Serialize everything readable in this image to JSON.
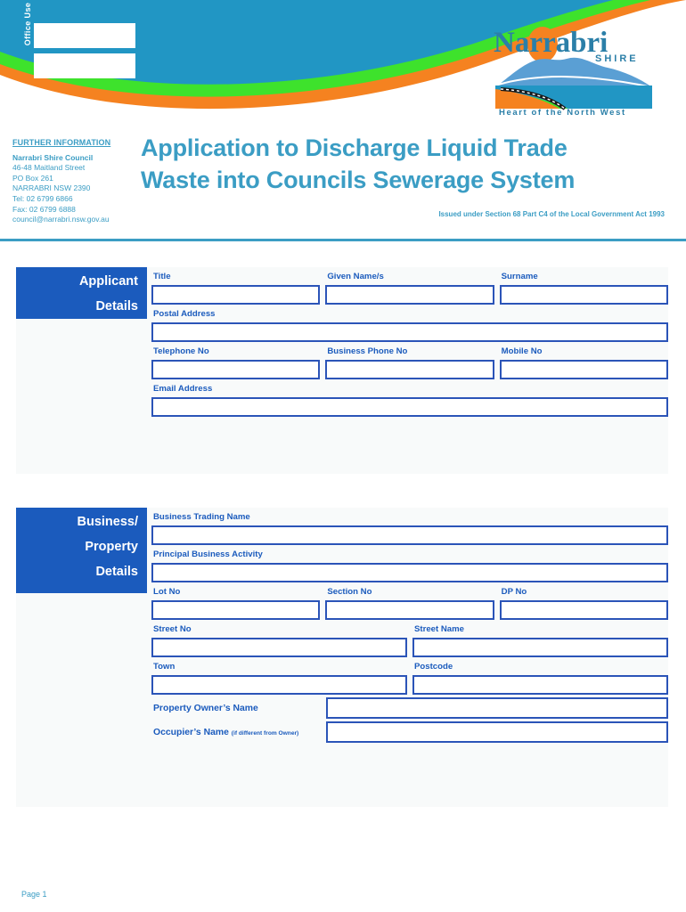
{
  "header": {
    "office_use_label": "Office Use",
    "logo": {
      "name": "Narrabri",
      "sub": "S H I R E",
      "tagline": "Heart of the North West"
    },
    "colors": {
      "banner_blue": "#2196c4",
      "banner_green": "#3ee22c",
      "banner_orange": "#f58220",
      "title_blue": "#3b9dc4",
      "section_blue": "#1b5bbd",
      "field_border": "#2b54b8"
    }
  },
  "further_information": {
    "heading": "FURTHER INFORMATION",
    "council": "Narrabri Shire Council",
    "lines": [
      "46-48 Maitland Street",
      "PO Box 261",
      "NARRABRI NSW 2390",
      "Tel: 02 6799 6866",
      "Fax: 02 6799 6888",
      "council@narrabri.nsw.gov.au"
    ]
  },
  "title": {
    "line1": "Application to Discharge Liquid Trade",
    "line2": "Waste into Councils Sewerage System",
    "issued_under": "Issued under Section 68 Part C4 of the Local Government Act 1993"
  },
  "applicant": {
    "tag_line1": "Applicant",
    "tag_line2": "Details",
    "fields": {
      "title": "Title",
      "given_names": "Given Name/s",
      "surname": "Surname",
      "postal_address": "Postal Address",
      "telephone_no": "Telephone No",
      "business_phone_no": "Business  Phone No",
      "mobile_no": "Mobile No",
      "email_address": "Email Address"
    },
    "values": {
      "title": "",
      "given_names": "",
      "surname": "",
      "postal_address": "",
      "telephone_no": "",
      "business_phone_no": "",
      "mobile_no": "",
      "email_address": ""
    }
  },
  "business": {
    "tag_line1": "Business/",
    "tag_line2": "Property",
    "tag_line3": "Details",
    "fields": {
      "trading_name": "Business Trading Name",
      "principal_activity": "Principal Business Activity",
      "lot_no": "Lot No",
      "section_no": "Section No",
      "dp_no": "DP No",
      "street_no": "Street No",
      "street_name": "Street Name",
      "town": "Town",
      "postcode": "Postcode",
      "owner_name": "Property Owner’s Name",
      "occupier_name": "Occupier’s Name",
      "occupier_note": "(if different from Owner)"
    },
    "values": {
      "trading_name": "",
      "principal_activity": "",
      "lot_no": "",
      "section_no": "",
      "dp_no": "",
      "street_no": "",
      "street_name": "",
      "town": "",
      "postcode": "",
      "owner_name": "",
      "occupier_name": ""
    }
  },
  "footer": {
    "page_label": "Page 1"
  }
}
